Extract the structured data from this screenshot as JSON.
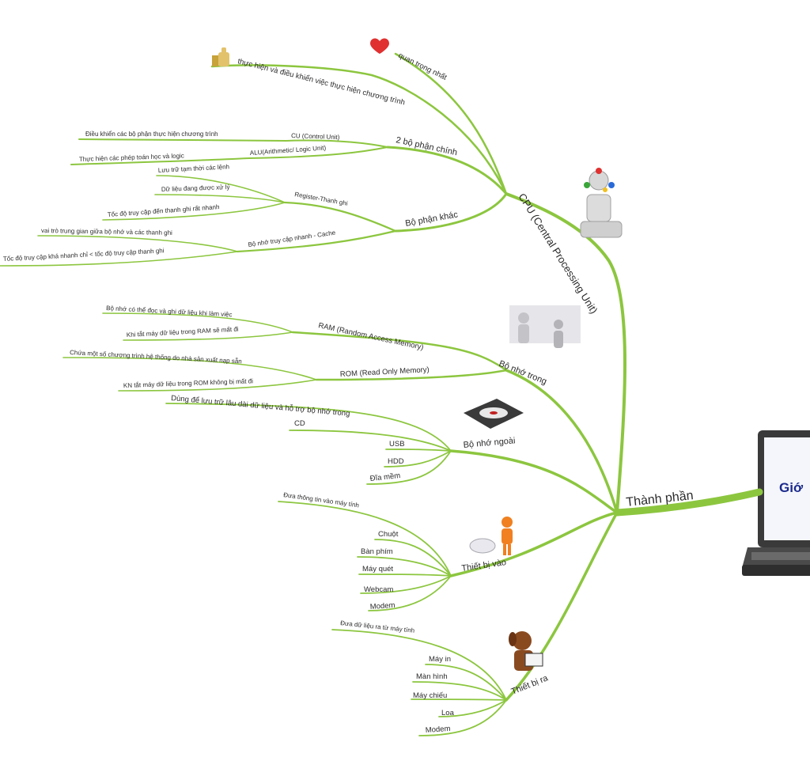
{
  "colors": {
    "branch": "#8cc63f",
    "trunk": "#7cc22a",
    "text": "#2b2b2b",
    "laptop_title": "#1b2a8c"
  },
  "root": {
    "label": "Thành phần",
    "laptop_text": "Giớ"
  },
  "cpu": {
    "label": "CPU (Central Processing Unit)",
    "important": "quan trọng nhất",
    "role": "thực hiện và điều khiển việc thực hiện chương trình",
    "main_parts": {
      "label": "2 bộ phận chính",
      "cu": {
        "label": "CU (Control Unit)",
        "desc": "Điều khiển các bộ phận thực hiện chương trình"
      },
      "alu": {
        "label": "ALU(Arithmetic/ Logic Unit)",
        "desc": "Thực hiện các phép toán học và logic"
      }
    },
    "other_parts": {
      "label": "Bộ phận khác",
      "register": {
        "label": "Register-Thanh ghi",
        "items": [
          "Lưu trữ tạm thời các lệnh",
          "Dữ liệu đang được xử lý",
          "Tốc độ truy cập đến thanh ghi rất nhanh"
        ]
      },
      "cache": {
        "label": "Bộ nhớ truy cập nhanh - Cache",
        "items": [
          "vai trò trung gian giữa bộ nhớ và các thanh ghi",
          "Tốc độ truy cập khá nhanh chỉ < tốc độ truy cập thanh ghi"
        ]
      }
    }
  },
  "internal_memory": {
    "label": "Bộ nhớ trong",
    "ram": {
      "label": "RAM (Random Access Memory)",
      "items": [
        "Bộ nhớ có thể đọc và ghi dữ liệu khi làm việc",
        "Khi tắt máy dữ liệu trong RAM sẽ mất đi"
      ]
    },
    "rom": {
      "label": "ROM (Read Only Memory)",
      "items": [
        "Chứa một số chương trình hệ thống do nhà sản xuất nạp sẵn",
        "KN tắt máy dữ liệu trong ROM không bị mất đi"
      ]
    }
  },
  "external_memory": {
    "label": "Bộ nhớ ngoài",
    "desc": "Dùng để lưu trữ lâu dài dữ liệu và hỗ trợ bộ nhớ trong",
    "items": [
      "CD",
      "USB",
      "HDD",
      "Đĩa mềm"
    ]
  },
  "input_devices": {
    "label": "Thiết bị vào",
    "desc": "Đưa thông tin vào máy tính",
    "items": [
      "Chuột",
      "Bàn phím",
      "Máy quét",
      "Webcam",
      "Modem"
    ]
  },
  "output_devices": {
    "label": "Thiết bị ra",
    "desc": "Đưa dữ liệu ra từ máy tính",
    "items": [
      "Máy in",
      "Màn hình",
      "Máy chiếu",
      "Loa",
      "Modem"
    ]
  },
  "icons": {
    "heart": "heart-icon",
    "thumbs": "thumbs-up-icon",
    "cpu": "robot-figure-icon",
    "memory": "figures-icon",
    "disk": "hard-disk-icon",
    "input": "mouse-figure-icon",
    "output": "dog-figure-icon",
    "laptop": "laptop-icon"
  }
}
